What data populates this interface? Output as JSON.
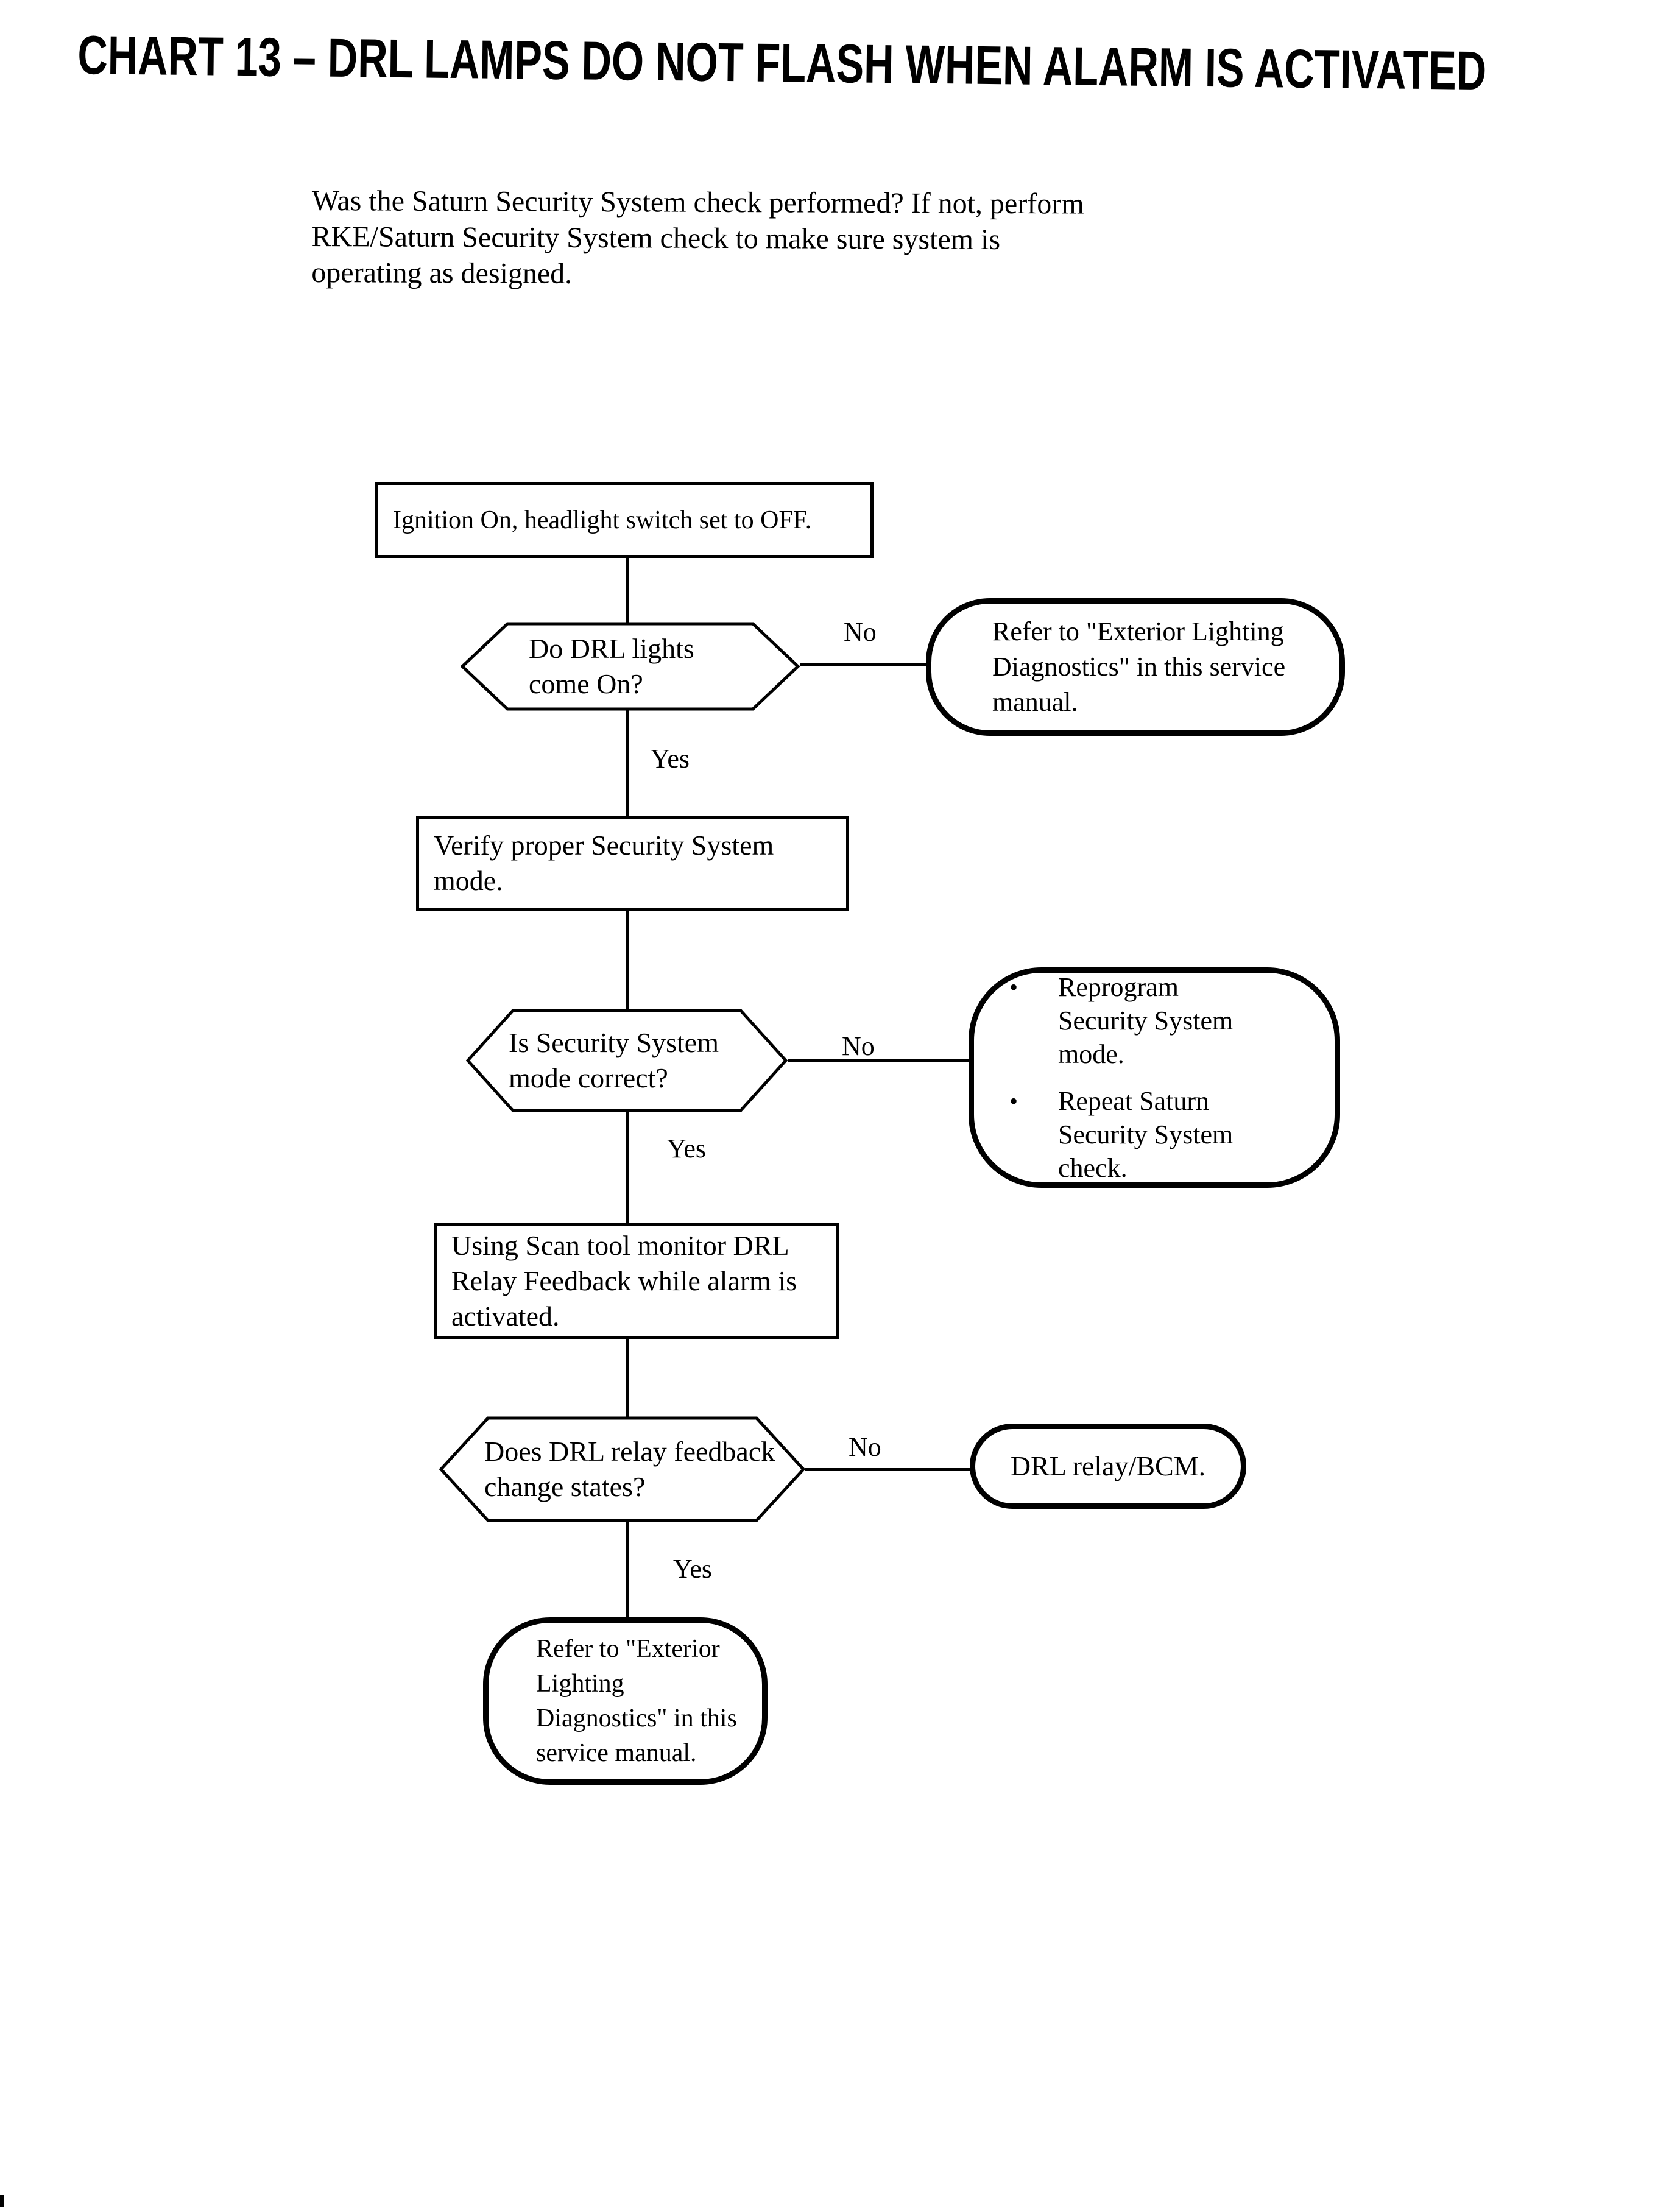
{
  "page": {
    "title": "CHART 13 – DRL LAMPS DO NOT FLASH WHEN ALARM IS ACTIVATED"
  },
  "colors": {
    "ink": "#000000",
    "paper": "#ffffff"
  },
  "intro": {
    "lines": [
      "Was the Saturn Security System check performed? If not, perform",
      "RKE/Saturn Security System check to make sure system is",
      "operating as designed."
    ]
  },
  "flow": {
    "step1": {
      "label": "Ignition On, headlight switch set to OFF."
    },
    "decision1": {
      "lines": [
        "Do DRL lights",
        "come On?"
      ],
      "no": "No",
      "yes": "Yes"
    },
    "terminal1": {
      "lines": [
        "Refer to \"Exterior Lighting",
        "Diagnostics\" in this service",
        "manual."
      ]
    },
    "step2": {
      "lines": [
        "Verify proper Security System",
        "mode."
      ]
    },
    "decision2": {
      "lines": [
        "Is Security System",
        "mode correct?"
      ],
      "no": "No",
      "yes": "Yes"
    },
    "terminal2": {
      "bullet_glyph": "•",
      "items": [
        {
          "lines": [
            "Reprogram",
            "Security System",
            "mode."
          ]
        },
        {
          "lines": [
            "Repeat Saturn",
            "Security System",
            "check."
          ]
        }
      ]
    },
    "step3": {
      "lines": [
        "Using Scan tool monitor DRL",
        "Relay Feedback while alarm is",
        "activated."
      ]
    },
    "decision3": {
      "lines": [
        "Does DRL relay feedback",
        "change states?"
      ],
      "no": "No",
      "yes": "Yes"
    },
    "terminal3": {
      "label": "DRL relay/BCM."
    },
    "terminal4": {
      "lines": [
        "Refer to \"Exterior",
        "Lighting",
        "Diagnostics\" in this",
        "service manual."
      ]
    }
  }
}
